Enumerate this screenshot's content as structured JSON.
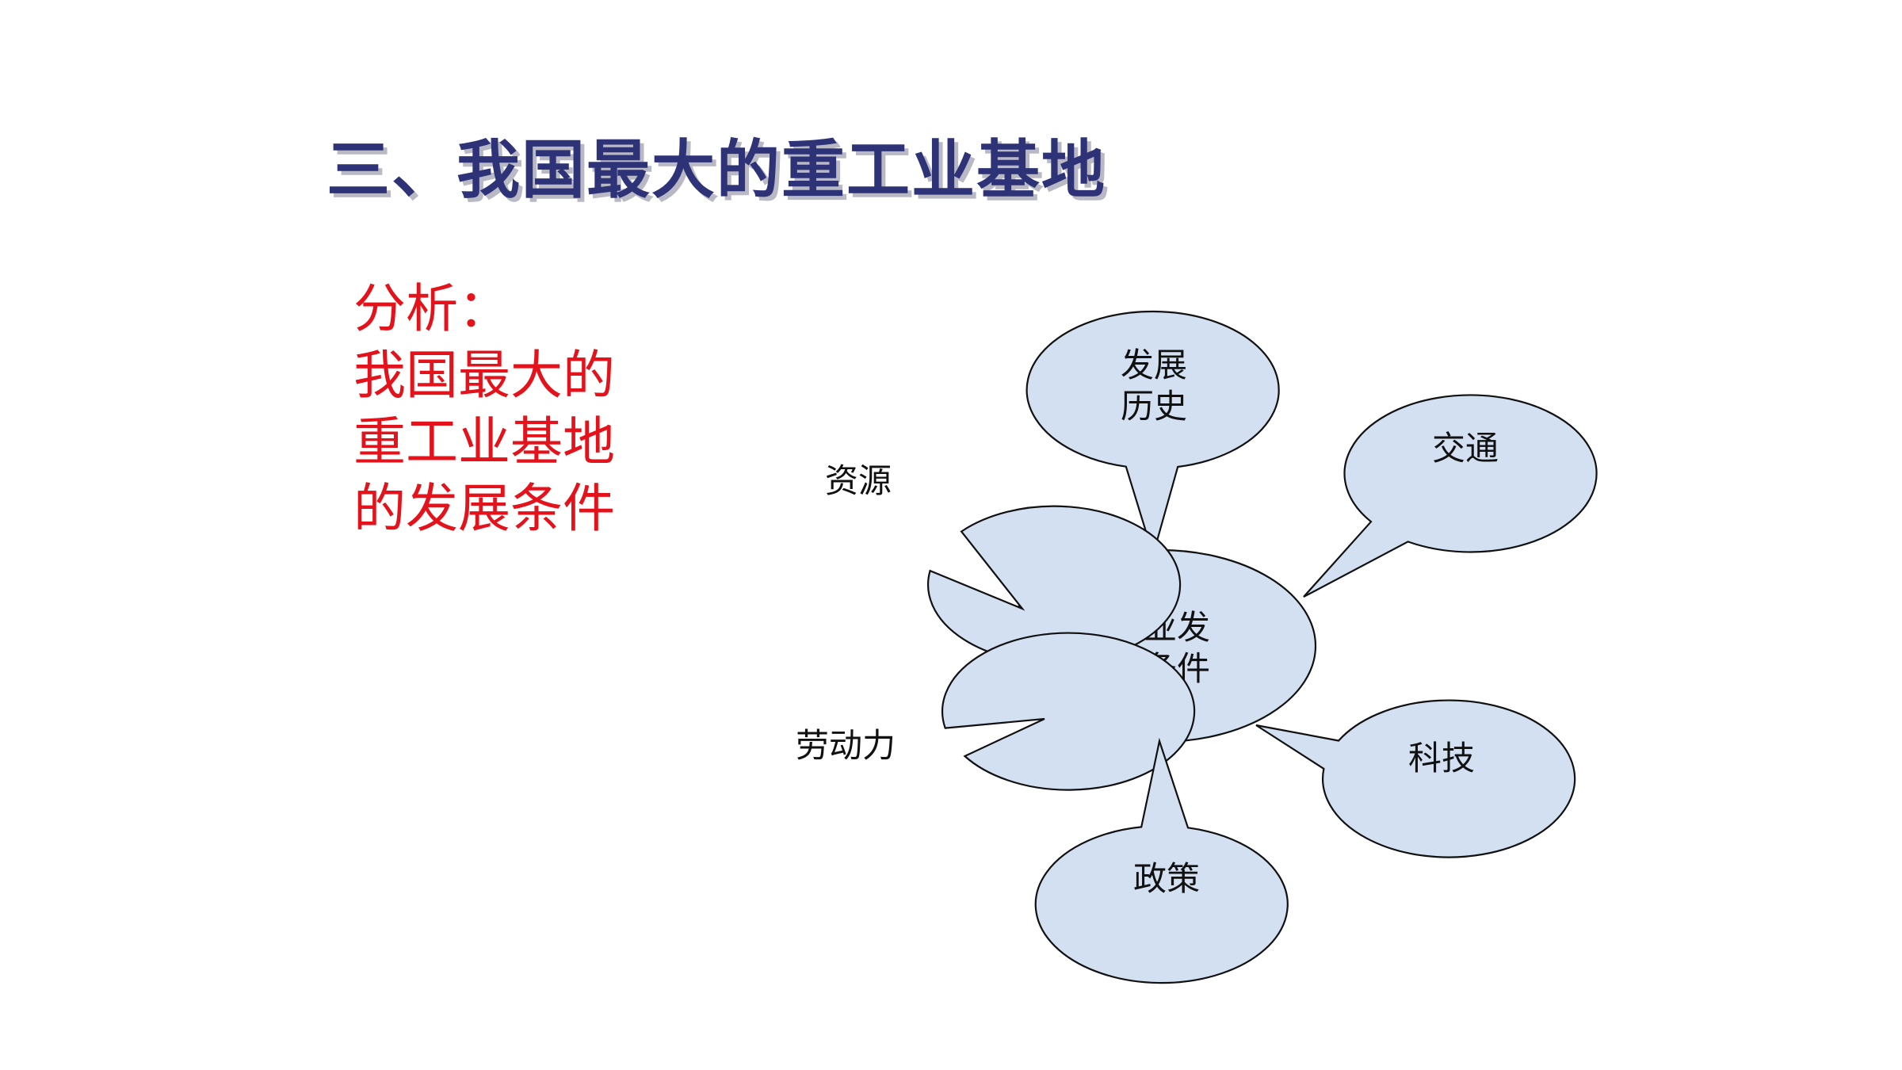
{
  "title": "三、我国最大的重工业基地",
  "analysis": {
    "line1": "分析：",
    "line2": "我国最大的",
    "line3": "重工业基地",
    "line4": "的发展条件"
  },
  "diagram": {
    "center": {
      "line1": "工业发",
      "line2": "展条件"
    },
    "history": {
      "line1": "发展",
      "line2": "历史"
    },
    "transport": {
      "label": "交通"
    },
    "resources": {
      "label": "资源"
    },
    "labor": {
      "label": "劳动力"
    },
    "technology": {
      "label": "科技"
    },
    "policy": {
      "label": "政策"
    }
  },
  "colors": {
    "title": "#2e3377",
    "title_shadow": "#b9b9c6",
    "analysis_text": "#e4121a",
    "bubble_fill": "#d3e0f2",
    "outline": "#111111"
  }
}
